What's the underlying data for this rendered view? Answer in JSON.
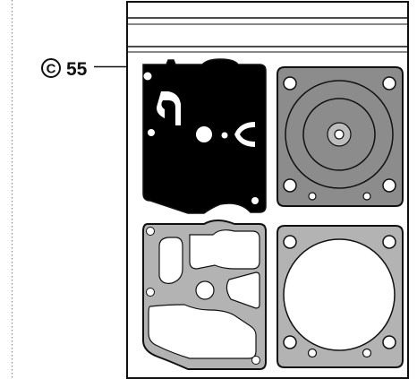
{
  "callout": {
    "letter": "C",
    "number": "55"
  },
  "colors": {
    "outline": "#111111",
    "gasket_black": "#000000",
    "diaphragm_gray": "#8c8c8c",
    "gasket_light_gray": "#b3b3b3",
    "paper": "#ffffff",
    "dotted_border": "#888888"
  },
  "parts": [
    {
      "name": "black-metering-gasket",
      "color": "black"
    },
    {
      "name": "metering-diaphragm",
      "color": "gray"
    },
    {
      "name": "pump-gasket",
      "color": "light-gray"
    },
    {
      "name": "pump-diaphragm",
      "color": "light-gray"
    }
  ]
}
